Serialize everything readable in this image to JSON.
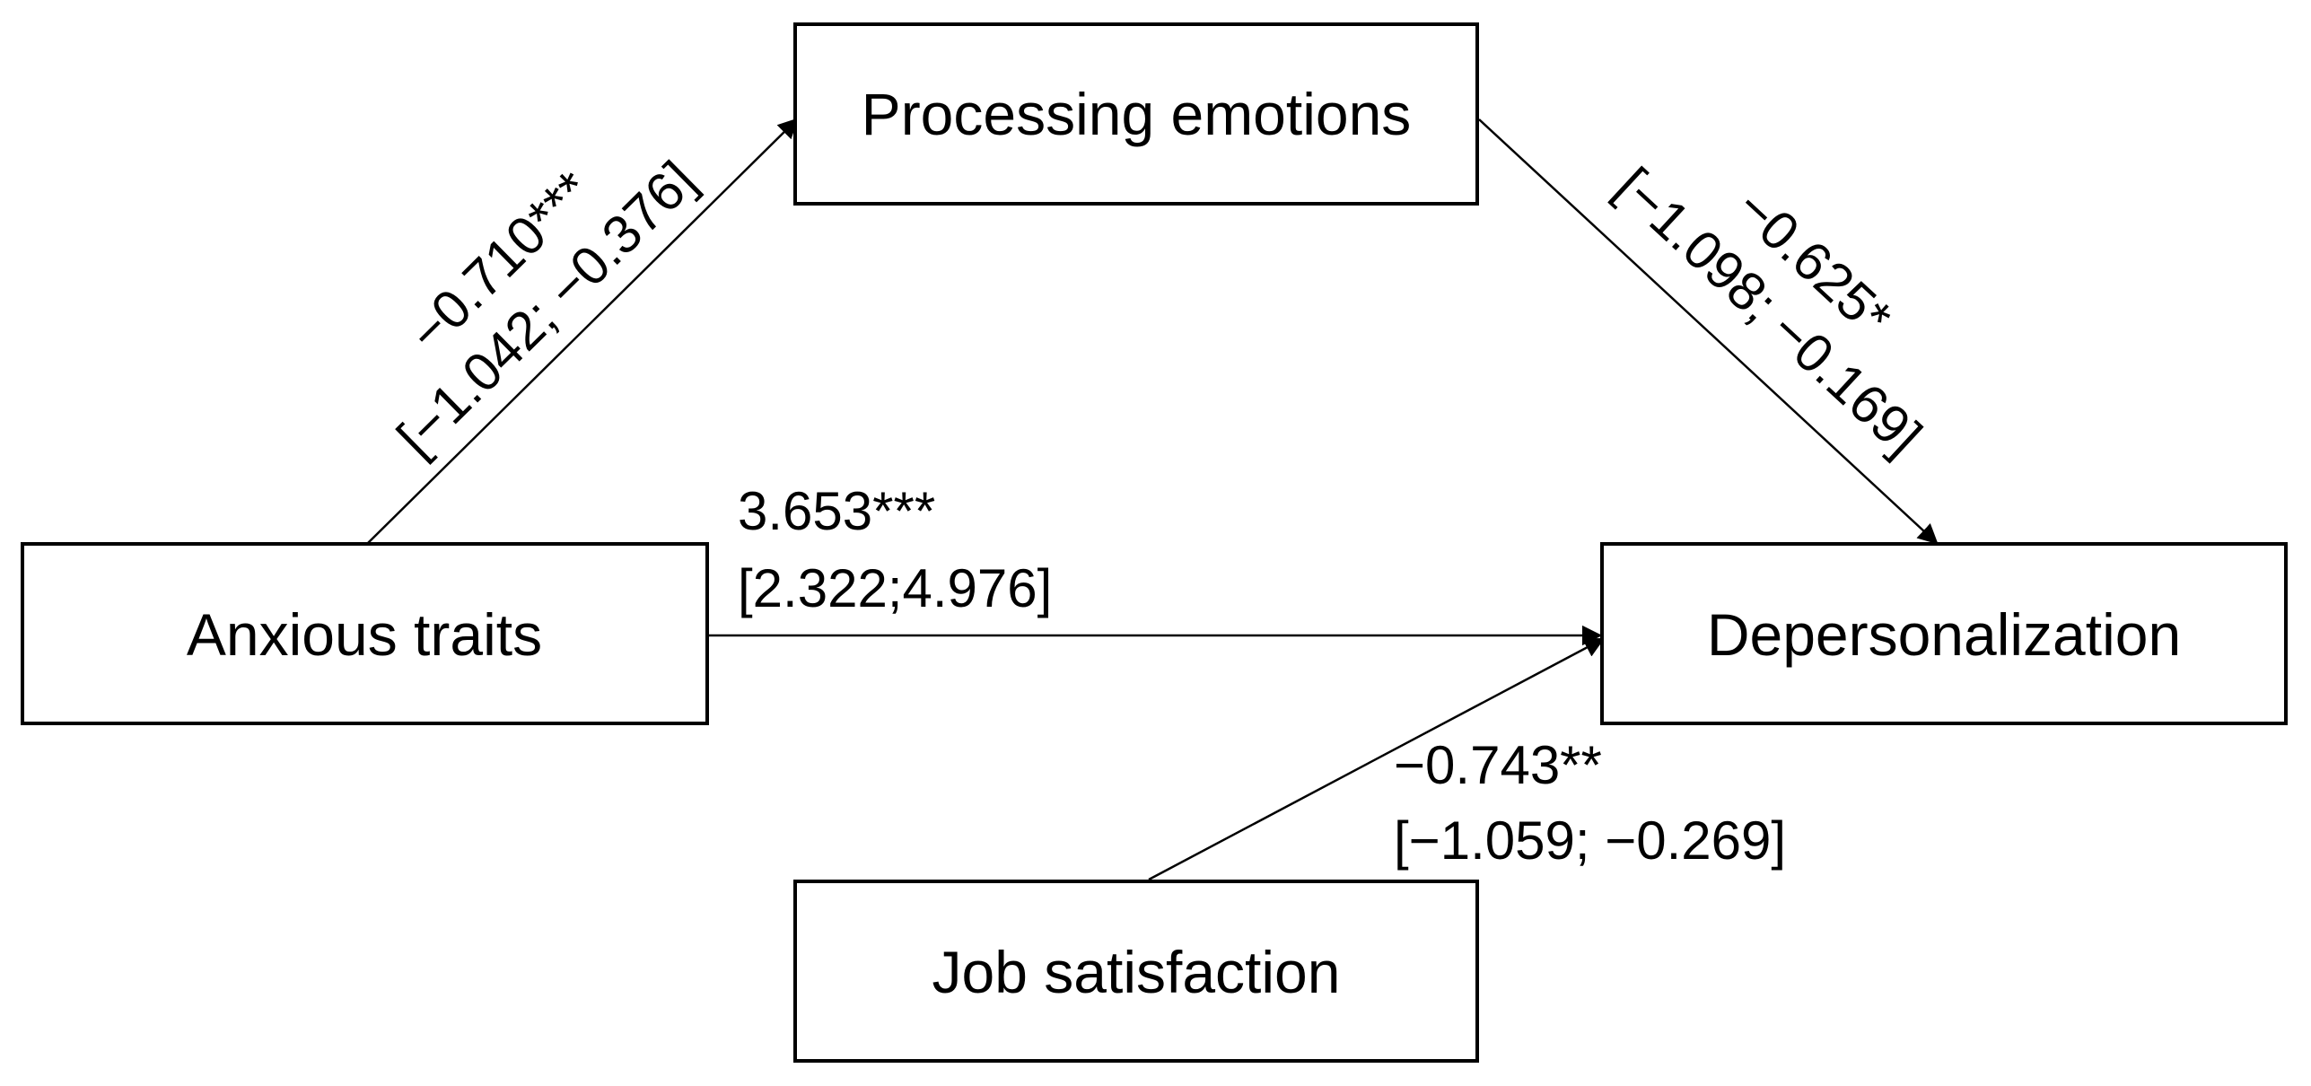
{
  "nodes": {
    "processing_emotions": "Processing emotions",
    "anxious_traits": "Anxious traits",
    "depersonalization": "Depersonalization",
    "job_satisfaction": "Job satisfaction"
  },
  "paths": {
    "a": {
      "coefficient": "−0.710***",
      "ci": "[−1.042; −0.376]"
    },
    "b": {
      "coefficient": "−0.625*",
      "ci": "[−1.098; −0.169]"
    },
    "c": {
      "coefficient": "3.653***",
      "ci": "[2.322;4.976]"
    },
    "d": {
      "coefficient": "−0.743**",
      "ci": "[−1.059; −0.269]"
    }
  },
  "colors": {
    "stroke": "#000000",
    "background": "#ffffff"
  }
}
